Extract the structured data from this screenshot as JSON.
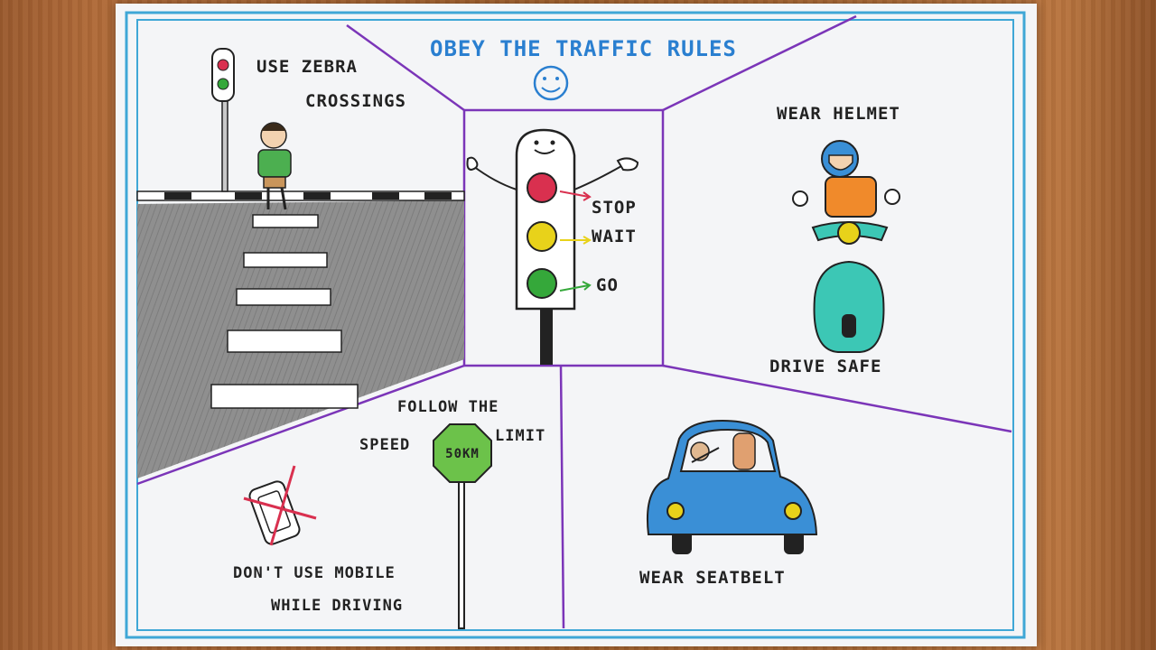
{
  "poster": {
    "title": "OBEY THE TRAFFIC RULES",
    "panels": {
      "zebra": {
        "line1": "USE ZEBRA",
        "line2": "CROSSINGS"
      },
      "signal": {
        "stop": "STOP",
        "wait": "WAIT",
        "go": "GO"
      },
      "helmet": {
        "top": "WEAR HELMET",
        "bottom": "DRIVE SAFE"
      },
      "speed": {
        "line1": "FOLLOW THE",
        "left": "SPEED",
        "right": "LIMIT",
        "sign": "50KM"
      },
      "mobile": {
        "line1": "DON'T USE MOBILE",
        "line2": "WHILE DRIVING"
      },
      "seatbelt": {
        "label": "WEAR SEATBELT"
      }
    }
  },
  "colors": {
    "border_outer": "#3fa7d6",
    "divider": "#7b35b8",
    "red_light": "#d9304f",
    "yellow_light": "#e8d21a",
    "green_light": "#35a83a",
    "scooter": "#3cc7b5",
    "car": "#3a8fd6",
    "road": "#8a8a8a",
    "title_blue": "#2a7fd0"
  }
}
